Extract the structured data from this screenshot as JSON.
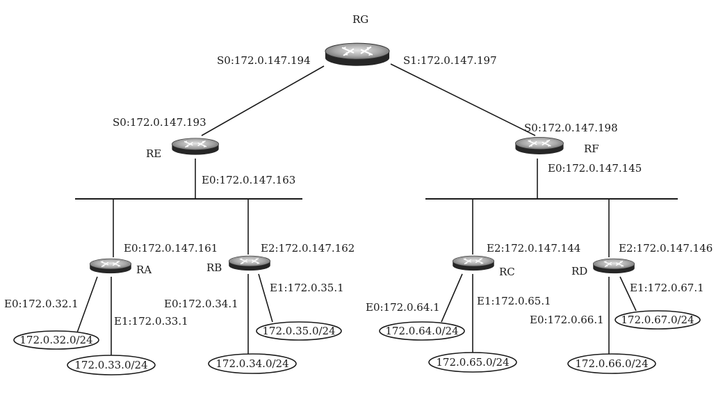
{
  "routers": {
    "RG": {
      "name": "RG",
      "s0": "S0:172.0.147.194",
      "s1": "S1:172.0.147.197"
    },
    "RE": {
      "name": "RE",
      "s0": "S0:172.0.147.193",
      "e0": "E0:172.0.147.163"
    },
    "RF": {
      "name": "RF",
      "s0": "S0:172.0.147.198",
      "e0": "E0:172.0.147.145"
    },
    "RA": {
      "name": "RA",
      "e0_bus": "E0:172.0.147.161",
      "e0": "E0:172.0.32.1",
      "e1": "E1:172.0.33.1"
    },
    "RB": {
      "name": "RB",
      "e2": "E2:172.0.147.162",
      "e0": "E0:172.0.34.1",
      "e1": "E1:172.0.35.1"
    },
    "RC": {
      "name": "RC",
      "e2": "E2:172.0.147.144",
      "e0": "E0:172.0.64.1",
      "e1": "E1:172.0.65.1"
    },
    "RD": {
      "name": "RD",
      "e2": "E2:172.0.147.146",
      "e0": "E0:172.0.66.1",
      "e1": "E1:172.0.67.1"
    }
  },
  "networks": {
    "n32": "172.0.32.0/24",
    "n33": "172.0.33.0/24",
    "n34": "172.0.34.0/24",
    "n35": "172.0.35.0/24",
    "n64": "172.0.64.0/24",
    "n65": "172.0.65.0/24",
    "n66": "172.0.66.0/24",
    "n67": "172.0.67.0/24"
  },
  "colors": {
    "line": "#1a1a1a",
    "router_body": "#2a2a2a",
    "router_top": "#b8b8b8",
    "background": "#ffffff"
  }
}
